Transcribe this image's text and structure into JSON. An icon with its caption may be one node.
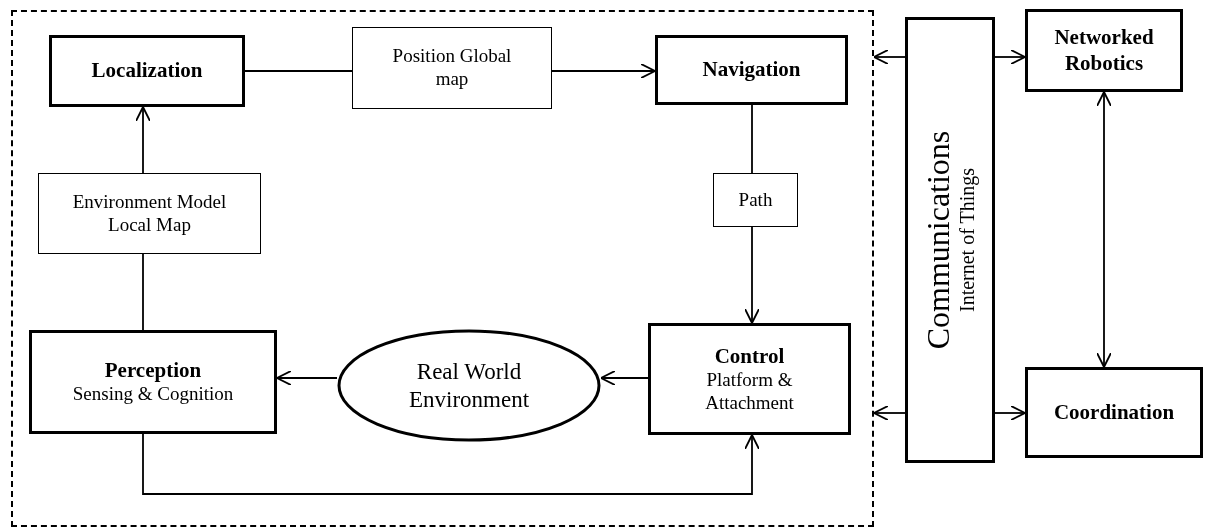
{
  "diagram": {
    "nodes": [
      {
        "text": [],
        "shape": "box"
      },
      {
        "text": [
          "Localization"
        ],
        "in": 0
      },
      {
        "text": [
          "Position Global map"
        ],
        "in": 0
      },
      {
        "text": [
          "Navigation"
        ],
        "in": 0
      },
      {
        "text": [
          "Environment Model Local Map"
        ],
        "in": 0
      },
      {
        "text": [
          "Path"
        ],
        "in": 0
      },
      {
        "text": [
          "Perception",
          "Sensing & Cognition"
        ],
        "in": 0
      },
      {
        "text": [
          "Real World Environment"
        ],
        "in": 0
      },
      {
        "text": [
          "Control",
          "Platform & Attachment"
        ],
        "in": 0
      },
      {
        "text": [
          "Communications",
          "Internet of Things"
        ]
      },
      {
        "text": [
          "Networked Robotics"
        ]
      },
      {
        "text": [
          "Coordination"
        ]
      }
    ],
    "edges": [
      {
        "from": 1,
        "to": 2,
        "arrow": "none"
      },
      {
        "from": 2,
        "to": 3,
        "arrow": "to"
      },
      {
        "from": 3,
        "to": 5,
        "arrow": "none"
      },
      {
        "from": 5,
        "to": 8,
        "arrow": "to"
      },
      {
        "from": 8,
        "to": 7,
        "arrow": "to"
      },
      {
        "from": 7,
        "to": 6,
        "arrow": "to"
      },
      {
        "from": 6,
        "to": 8,
        "arrow": "to"
      },
      {
        "from": 6,
        "to": 4,
        "arrow": "none"
      },
      {
        "from": 4,
        "to": 1,
        "arrow": "to"
      },
      {
        "from": 9,
        "to": 0,
        "arrow": "to"
      },
      {
        "from": 9,
        "to": 0,
        "arrow": "to"
      },
      {
        "from": 9,
        "to": 10,
        "arrow": "to"
      },
      {
        "from": 9,
        "to": 11,
        "arrow": "to"
      },
      {
        "from": 10,
        "to": 11,
        "arrow": "both"
      }
    ]
  }
}
